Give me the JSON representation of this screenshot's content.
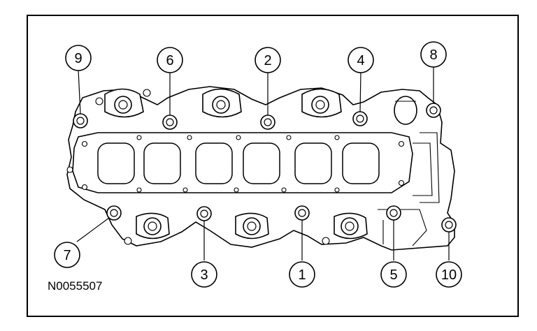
{
  "figure_id": "N0055507",
  "callouts": [
    "1",
    "2",
    "3",
    "4",
    "5",
    "6",
    "7",
    "8",
    "9",
    "10"
  ],
  "colors": {
    "line": "#000000",
    "background": "#ffffff"
  }
}
